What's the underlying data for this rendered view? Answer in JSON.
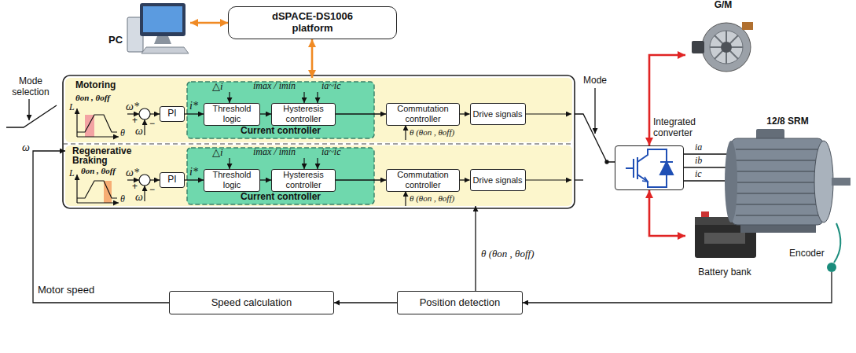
{
  "diagram": {
    "nodes": [
      {
        "text": [
          "dSPACE-DS1006 platform"
        ]
      },
      {
        "text": [
          "Motoring",
          "θon , θoff"
        ]
      },
      {
        "text": [
          "PI"
        ],
        "in": 1
      },
      {
        "text": [
          "Current controller"
        ],
        "in": 1
      },
      {
        "text": [
          "Threshold logic"
        ],
        "in": 3
      },
      {
        "text": [
          "Hysteresis controller"
        ],
        "in": 3
      },
      {
        "text": [
          "Commutation controller"
        ],
        "in": 1
      },
      {
        "text": [
          "Drive signals"
        ],
        "in": 1
      },
      {
        "text": [
          "Regenerative Braking",
          "θon , θoff"
        ]
      },
      {
        "text": [
          "PI"
        ],
        "in": 8
      },
      {
        "text": [
          "Current controller"
        ],
        "in": 8
      },
      {
        "text": [
          "Threshold logic"
        ],
        "in": 10
      },
      {
        "text": [
          "Hysteresis controller"
        ],
        "in": 10
      },
      {
        "text": [
          "Commutation controller"
        ],
        "in": 8
      },
      {
        "text": [
          "Drive signals"
        ],
        "in": 8
      },
      {
        "text": [
          "Integrated converter"
        ]
      },
      {
        "text": [
          "Speed calculation"
        ]
      },
      {
        "text": [
          "Position detection"
        ]
      },
      {
        "text": [
          "PC"
        ]
      },
      {
        "text": [
          "G/M"
        ]
      },
      {
        "text": [
          "Battery bank"
        ]
      },
      {
        "text": [
          "12/8 SRM"
        ]
      }
    ],
    "edges": [
      {
        "from": 18,
        "to": 0,
        "arrow": "both"
      },
      {
        "from": 0,
        "to": 1,
        "arrow": "both"
      },
      {
        "from": 2,
        "to": 4,
        "label": "i*",
        "arrow": "to"
      },
      {
        "from": 4,
        "to": 5,
        "arrow": "to"
      },
      {
        "from": 5,
        "to": 6,
        "arrow": "to"
      },
      {
        "from": 6,
        "to": 7,
        "arrow": "to"
      },
      {
        "from": 9,
        "to": 11,
        "label": "i*",
        "arrow": "to"
      },
      {
        "from": 11,
        "to": 12,
        "arrow": "to"
      },
      {
        "from": 12,
        "to": 13,
        "arrow": "to"
      },
      {
        "from": 13,
        "to": 14,
        "arrow": "to"
      },
      {
        "from": 19,
        "to": 15,
        "arrow": "both"
      },
      {
        "from": 20,
        "to": 15,
        "arrow": "both"
      },
      {
        "from": 15,
        "to": 21,
        "label": "ia",
        "arrow": "none"
      },
      {
        "from": 15,
        "to": 21,
        "label": "ib",
        "arrow": "none"
      },
      {
        "from": 15,
        "to": 21,
        "label": "ic",
        "arrow": "none"
      },
      {
        "from": 21,
        "to": 17,
        "arrow": "to"
      },
      {
        "from": 17,
        "to": 16,
        "arrow": "to"
      },
      {
        "from": 16,
        "to": 8,
        "label": "Motor speed",
        "arrow": "to"
      },
      {
        "from": 17,
        "to": 8,
        "label": "θ (θon , θoff)",
        "arrow": "to"
      }
    ],
    "labels": [
      "Mode selection",
      "ω*",
      "+",
      "−",
      "ω",
      "△i",
      "imax / imin",
      "ia~ic",
      "θ (θon , θoff)",
      "L",
      "θ",
      "ω*",
      "+",
      "−",
      "ω",
      "△i",
      "imax / imin",
      "ia~ic",
      "θ (θon , θoff)",
      "L",
      "θ",
      "ω",
      "Mode",
      "Encoder"
    ]
  }
}
